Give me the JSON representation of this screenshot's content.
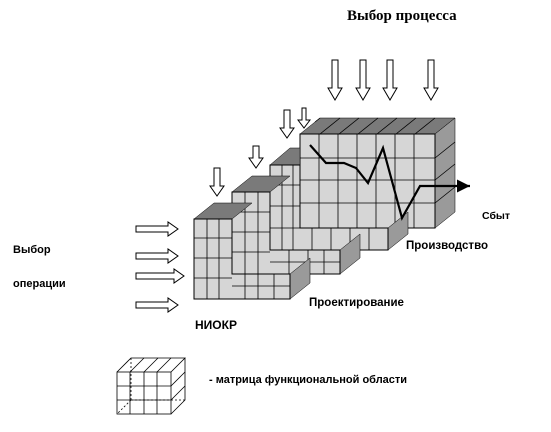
{
  "title": "Выбор процесса",
  "left_label": {
    "line1": "Выбор",
    "line2": "операции"
  },
  "stages": [
    {
      "id": "niokr",
      "label": "НИОКР"
    },
    {
      "id": "design",
      "label": "Проектирование"
    },
    {
      "id": "production",
      "label": "Производство"
    },
    {
      "id": "sales",
      "label": "Сбыт"
    }
  ],
  "legend": {
    "text": "- матрица функциональной области"
  },
  "colors": {
    "face_front": "#d6d6d6",
    "face_top": "#7a7a7a",
    "face_side": "#9a9a9a",
    "lines": "#000000"
  }
}
